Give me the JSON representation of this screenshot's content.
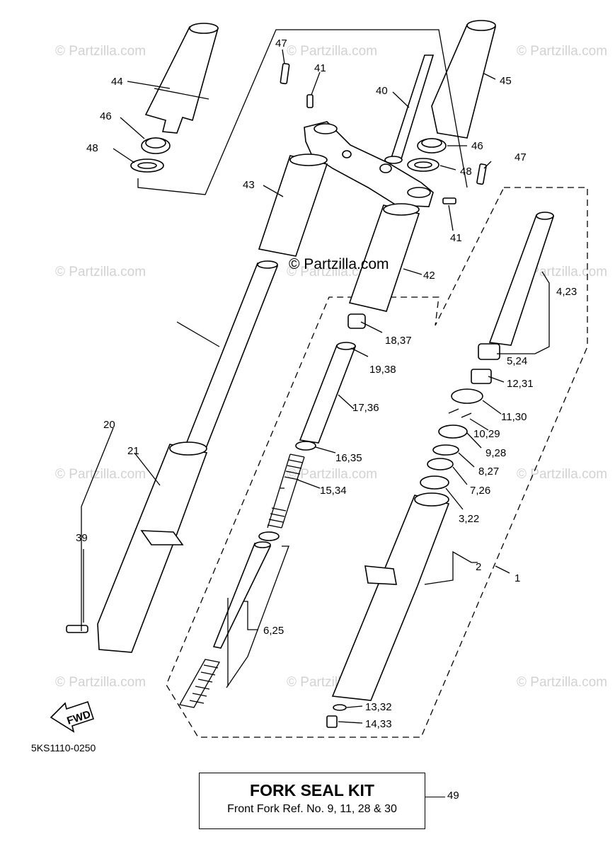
{
  "watermarks": [
    "© Partzilla.com",
    "© Partzilla.com",
    "© Partzilla.com",
    "© Partzilla.com",
    "© Partzilla.com",
    "© Partzilla.com",
    "© Partzilla.com",
    "© Partzilla.com",
    "© Partzilla.com",
    "© Partzilla.com",
    "© Partzilla.com",
    "© Partzilla.com"
  ],
  "center_watermark": "© Partzilla.com",
  "callouts": {
    "c44": "44",
    "c46a": "46",
    "c48a": "48",
    "c47a": "47",
    "c41a": "41",
    "c40": "40",
    "c45": "45",
    "c46b": "46",
    "c48b": "48",
    "c47b": "47",
    "c43": "43",
    "c41b": "41",
    "c42": "42",
    "c4_23": "4,23",
    "c18_37": "18,37",
    "c19_38": "19,38",
    "c5_24": "5,24",
    "c12_31": "12,31",
    "c17_36": "17,36",
    "c11_30": "11,30",
    "c10_29": "10,29",
    "c20": "20",
    "c21": "21",
    "c9_28": "9,28",
    "c16_35": "16,35",
    "c8_27": "8,27",
    "c15_34": "15,34",
    "c7_26": "7,26",
    "c3_22": "3,22",
    "c39": "39",
    "c2": "2",
    "c1": "1",
    "c6_25": "6,25",
    "c13_32": "13,32",
    "c14_33": "14,33"
  },
  "fwd_label": "FWD",
  "diagram_code": "5KS1110-0250",
  "kit": {
    "title": "FORK SEAL KIT",
    "subtitle": "Front Fork Ref. No. 9, 11, 28 & 30",
    "ref": "49"
  }
}
